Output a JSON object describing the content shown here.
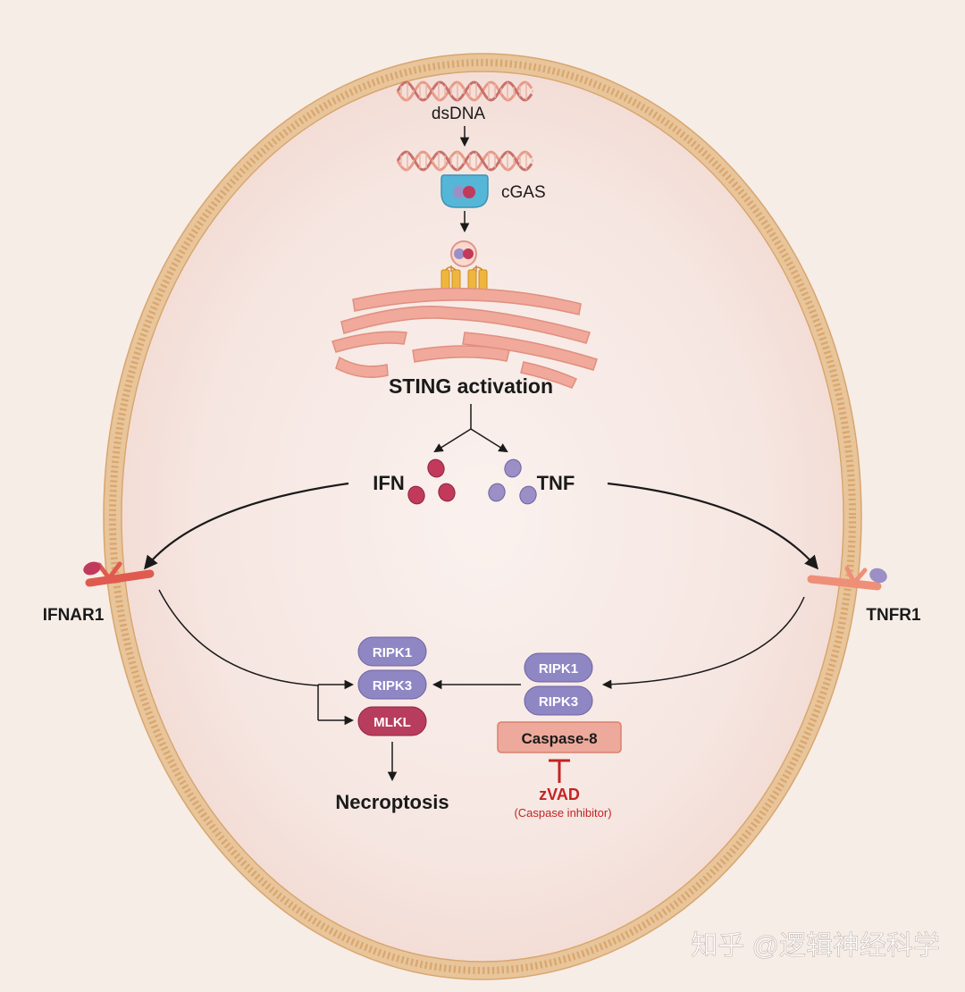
{
  "labels": {
    "dsdna": "dsDNA",
    "cgas": "cGAS",
    "sting": "STING activation",
    "ifn": "IFN",
    "tnf": "TNF",
    "ifnar1": "IFNAR1",
    "tnfr1": "TNFR1",
    "necroptosis": "Necroptosis",
    "zvad": "zVAD",
    "zvad_note": "(Caspase inhibitor)"
  },
  "left_complex": {
    "ripk1": "RIPK1",
    "ripk3": "RIPK3",
    "mlkl": "MLKL"
  },
  "right_complex": {
    "ripk1": "RIPK1",
    "ripk3": "RIPK3",
    "caspase8": "Caspase-8"
  },
  "watermark": "知乎 @逻辑神经科学",
  "colors": {
    "membrane": "#e0b27c",
    "cell_fill": "#f6e4df",
    "ifn": "#c23a5b",
    "tnf": "#9c8fc6",
    "ripk": "#8f86c4",
    "mlkl": "#b83d5c",
    "caspase_fill": "#eda99b",
    "inhibitor": "#c42323",
    "golgi": "#f0a99a",
    "cgas": "#56b6d7"
  }
}
